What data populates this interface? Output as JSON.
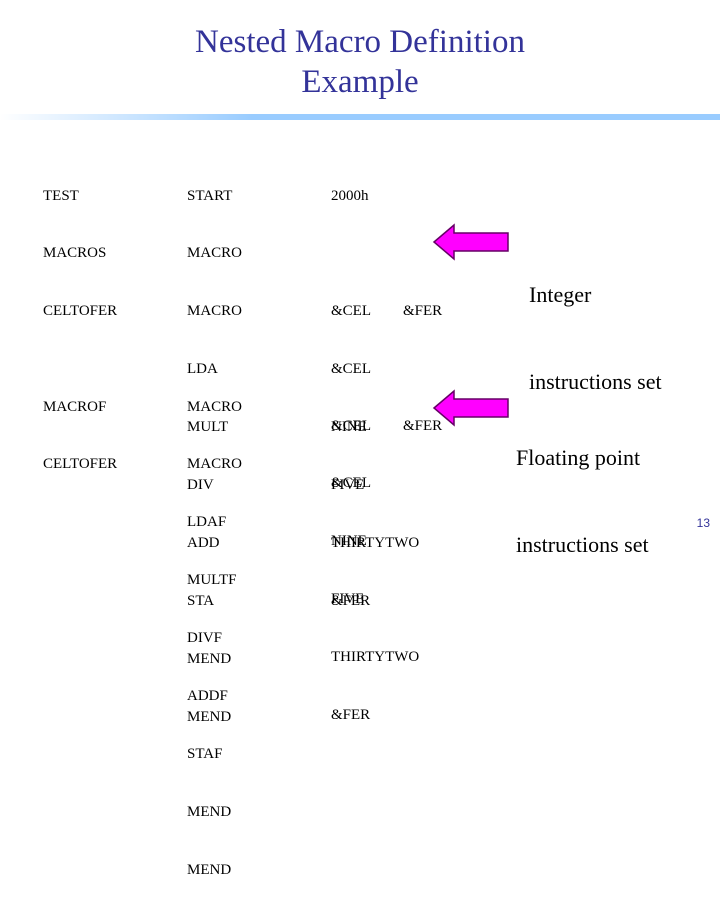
{
  "slide": {
    "title_line1": "Nested Macro Definition",
    "title_line2": "Example",
    "page_number": "13",
    "title_color": "#333399",
    "rule_color": "#99CCFF",
    "arrow_color": "#FF00FF"
  },
  "block1": {
    "labels": [
      "TEST",
      "MACROS",
      "CELTOFER"
    ],
    "ops": [
      "START",
      "MACRO",
      "MACRO",
      "LDA",
      "MULT",
      "DIV",
      "ADD",
      "STA",
      "MEND",
      "MEND"
    ],
    "operands": [
      {
        "a": "2000h",
        "b": ""
      },
      {
        "a": "",
        "b": ""
      },
      {
        "a": "&CEL",
        "b": "&FER"
      },
      {
        "a": "&CEL",
        "b": ""
      },
      {
        "a": "NINE",
        "b": ""
      },
      {
        "a": "FIVE",
        "b": ""
      },
      {
        "a": "THIRTYTWO",
        "b": ""
      },
      {
        "a": "&FER",
        "b": ""
      }
    ],
    "note_line1": "Integer",
    "note_line2": "instructions set"
  },
  "block2": {
    "labels": [
      "MACROF",
      "CELTOFER"
    ],
    "ops": [
      "MACRO",
      "MACRO",
      "LDAF",
      "MULTF",
      "DIVF",
      "ADDF",
      "STAF",
      "MEND",
      "MEND"
    ],
    "operands": [
      {
        "a": "&CEL",
        "b": "&FER"
      },
      {
        "a": "&CEL",
        "b": ""
      },
      {
        "a": "NINE",
        "b": ""
      },
      {
        "a": "FIVE",
        "b": ""
      },
      {
        "a": "THIRTYTWO",
        "b": ""
      },
      {
        "a": "&FER",
        "b": ""
      }
    ],
    "note_line1": "Floating point",
    "note_line2": "instructions set"
  }
}
